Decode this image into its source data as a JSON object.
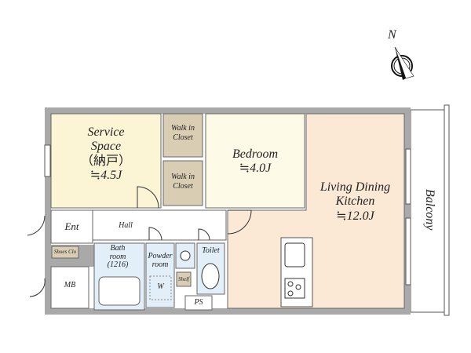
{
  "compass": {
    "north_label": "N"
  },
  "rooms": {
    "service_space": {
      "name_line1": "Service",
      "name_line2": "Space",
      "name_jp": "（納戸）",
      "area": "≒4.5J"
    },
    "walk_in_closet_1": {
      "line1": "Walk in",
      "line2": "Closet"
    },
    "walk_in_closet_2": {
      "line1": "Walk in",
      "line2": "Closet"
    },
    "bedroom": {
      "name": "Bedroom",
      "area": "≒4.0J"
    },
    "ldk": {
      "name_line1": "Living Dining",
      "name_line2": "Kitchen",
      "area": "≒12.0J"
    },
    "balcony": {
      "name": "Balcony"
    },
    "entrance": {
      "name": "Ent"
    },
    "hall": {
      "name": "Hall"
    },
    "shoes_closet": {
      "name": "Shoes Clo"
    },
    "mb": {
      "name": "MB"
    },
    "bath": {
      "line1": "Bath",
      "line2": "room",
      "line3": "(1216)"
    },
    "powder": {
      "line1": "Powder",
      "line2": "room",
      "washer": "W"
    },
    "shelf": {
      "name": "Shelf"
    },
    "toilet": {
      "name": "Toilet"
    },
    "ps": {
      "name": "PS"
    }
  },
  "colors": {
    "wall": "#a9a9a9",
    "service": "#fbf5d6",
    "bedroom": "#fdfbe8",
    "ldk": "#fbe8d5",
    "closet": "#d9ceb3",
    "wet": "#e2eff8"
  }
}
